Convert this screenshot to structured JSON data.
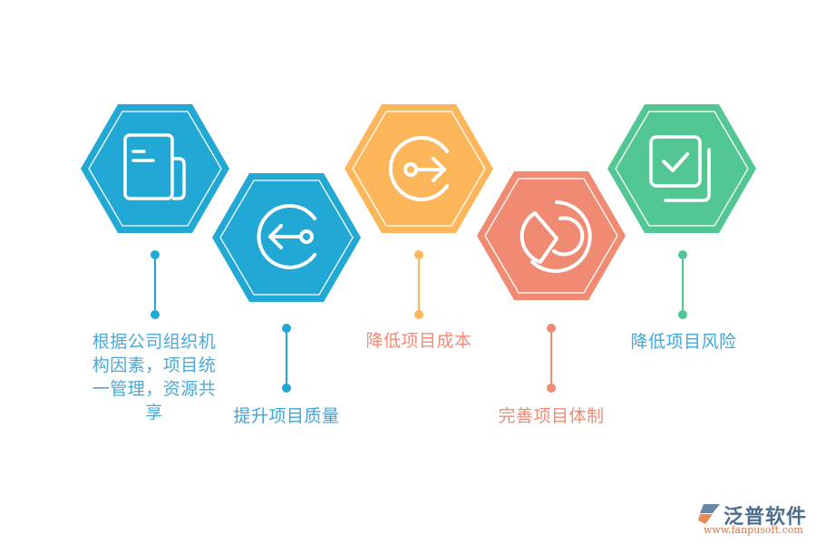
{
  "diagram": {
    "items": [
      {
        "id": "resource-sharing",
        "label": "根据公司组织机构因素，项目统一管理，资源共享",
        "label_lines": [
          "根据公司组织机",
          "构因素，项目统",
          "一管理，资源共",
          "享"
        ],
        "color": "#21a8d5",
        "text_color": "#4aa9d8",
        "icon": "document-icon"
      },
      {
        "id": "quality",
        "label": "提升项目质量",
        "color": "#21a8d5",
        "text_color": "#3aa5d6",
        "icon": "sign-in-icon"
      },
      {
        "id": "cost",
        "label": "降低项目成本",
        "color": "#fdb75a",
        "text_color": "#ef8c78",
        "icon": "sign-out-icon"
      },
      {
        "id": "system",
        "label": "完善项目体制",
        "color": "#f08a72",
        "text_color": "#ef8a72",
        "icon": "pie-chart-icon"
      },
      {
        "id": "risk",
        "label": "降低项目风险",
        "color": "#52c793",
        "text_color": "#3da8da",
        "icon": "checkbox-icon"
      }
    ]
  },
  "logo": {
    "name": "泛普软件",
    "url": "www.fanpusoft.com"
  }
}
